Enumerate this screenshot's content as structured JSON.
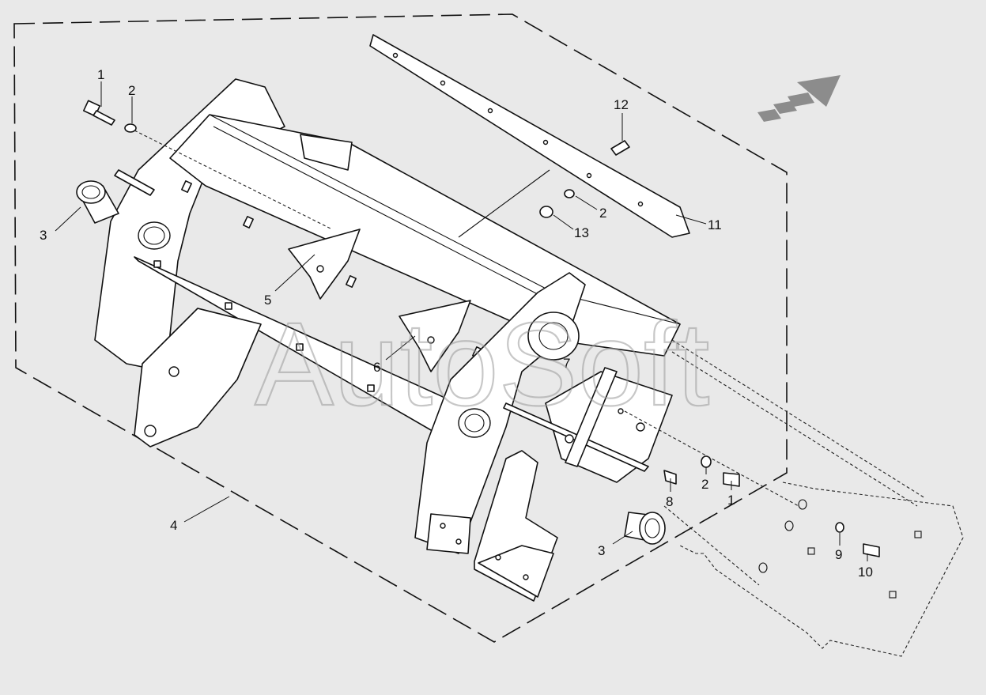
{
  "watermark": "AutoSoft",
  "callouts": [
    {
      "id": "c1a",
      "text": "1"
    },
    {
      "id": "c2a",
      "text": "2"
    },
    {
      "id": "c3a",
      "text": "3"
    },
    {
      "id": "c4",
      "text": "4"
    },
    {
      "id": "c5",
      "text": "5"
    },
    {
      "id": "c6",
      "text": "6"
    },
    {
      "id": "c7",
      "text": "7"
    },
    {
      "id": "c8",
      "text": "8"
    },
    {
      "id": "c2b",
      "text": "2"
    },
    {
      "id": "c1b",
      "text": "1"
    },
    {
      "id": "c3b",
      "text": "3"
    },
    {
      "id": "c9",
      "text": "9"
    },
    {
      "id": "c10",
      "text": "10"
    },
    {
      "id": "c11",
      "text": "11"
    },
    {
      "id": "c12",
      "text": "12"
    },
    {
      "id": "c2c",
      "text": "2"
    },
    {
      "id": "c13",
      "text": "13"
    }
  ],
  "icons": {
    "direction_arrow": "direction-arrow-icon"
  }
}
